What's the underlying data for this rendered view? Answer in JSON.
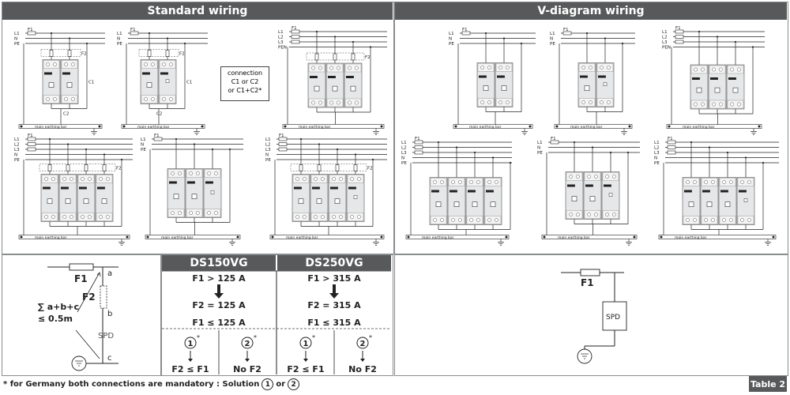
{
  "headers": {
    "standard": "Standard wiring",
    "v_diagram": "V-diagram wiring"
  },
  "wire_labels": {
    "l1": "L1",
    "l2": "L2",
    "l3": "L3",
    "n": "N",
    "pe": "PE",
    "pen": "PEN",
    "f1": "F1",
    "f2": "F2",
    "c1": "C1",
    "c2": "C2"
  },
  "earthing_bar": "main earthing bar",
  "connection_note": [
    "connection",
    "C1 or C2",
    "or C1+C2*"
  ],
  "rule_diagram": {
    "f1": "F1",
    "f2": "F2",
    "a": "a",
    "b": "b",
    "c": "c",
    "sum": "∑ a+b+c",
    "limit": "≤ 0.5m",
    "spd": "SPD"
  },
  "table": {
    "ds150": {
      "title": "DS150VG",
      "cond_high": "F1 > 125 A",
      "result_high": "F2 = 125 A",
      "cond_low": "F1 ≤ 125 A",
      "opt1_num": "1",
      "opt1_text": "F2 ≤ F1",
      "opt2_num": "2",
      "opt2_text": "No F2"
    },
    "ds250": {
      "title": "DS250VG",
      "cond_high": "F1 > 315 A",
      "result_high": "F2 = 315 A",
      "cond_low": "F1 ≤ 315 A",
      "opt1_num": "1",
      "opt1_text": "F2 ≤ F1",
      "opt2_num": "2",
      "opt2_text": "No F2"
    }
  },
  "right_bottom": {
    "f1": "F1",
    "spd": "SPD"
  },
  "footnote": {
    "text": "* for Germany both connections are mandatory : Solution",
    "sol1": "1",
    "or": "or",
    "sol2": "2"
  },
  "table_tag": "Table 2",
  "colors": {
    "header_bg": "#57595b",
    "panel_border": "#8a8c8e",
    "line": "#222222",
    "device_fill": "#e6e7e8"
  }
}
